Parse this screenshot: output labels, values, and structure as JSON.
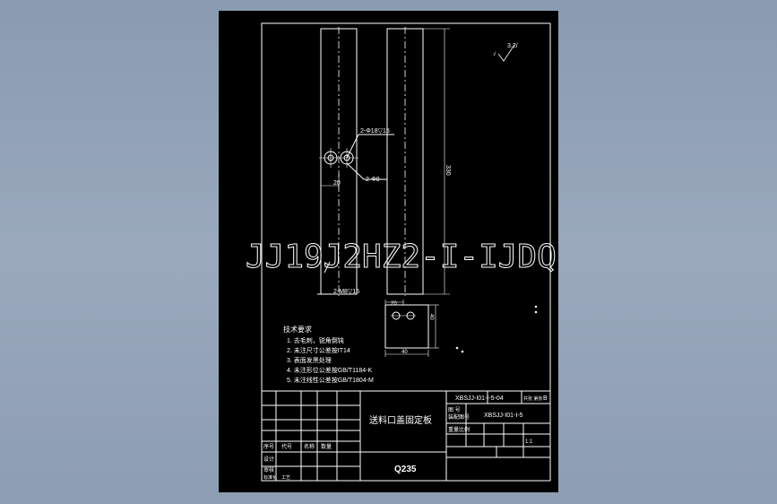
{
  "colors": {
    "background": "#8d9db2",
    "sheet": "#000000",
    "lines": "#ffffff"
  },
  "drawing": {
    "roughness": "3.2/",
    "roughness_prefix": "√",
    "dim_top_holes": "2-Φ18▽15",
    "dim_hole9": "2-Φ9",
    "dim_20": "20",
    "dim_330": "330",
    "dim_m8": "2-M8▽15",
    "dim_small_20": "20",
    "dim_40_side": "40",
    "dim_40_bottom": "40",
    "watermark": "JJ19J2HZ2-I-IJDQ"
  },
  "notes": {
    "heading": "技术要求",
    "items": [
      "1. 去毛刺，锐角倒钝",
      "2. 未注尺寸公差按IT14",
      "3. 表面发黑处理",
      "4. 未注形位公差按GB/T1184-K",
      "5. 未注线性公差按GB/T1804-M"
    ]
  },
  "title_block": {
    "drawing_no": "XBSJJ-I01-I-5-04",
    "drawing_no_suffix": "共张 第张",
    "sheet_letter": "B",
    "part_label_top": "图  号",
    "part_label_bottom": "装配图号",
    "part_no": "XBSJJ-I01-I-5",
    "title": "送料口盖固定板",
    "material": "Q235",
    "scale_label": "重量比例",
    "scale": "1:1",
    "qty_cols": [
      "序号",
      "代号",
      "名称",
      "数量"
    ],
    "row_labels": [
      "设计",
      "审核",
      "标准化",
      "工艺"
    ]
  }
}
